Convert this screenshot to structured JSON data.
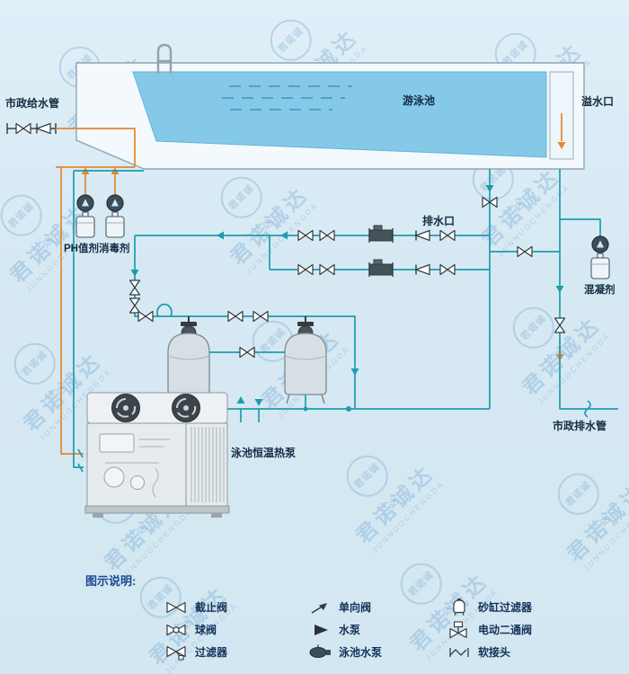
{
  "watermark": {
    "brand_cn": "君诺诚达",
    "brand_en": "JUNNUOCHENGDA"
  },
  "colors": {
    "background": "#d6e9f3",
    "pipe_teal": "#1d9cae",
    "pipe_orange": "#e2882f",
    "pool_water": "#85c9e9",
    "label_text": "#132c42",
    "legend_title": "#1a4a8e"
  },
  "labels": {
    "municipal_supply": "市政给水管",
    "pool": "游泳池",
    "overflow": "溢水口",
    "drain": "排水口",
    "ph_agent": "PH值剂",
    "disinfectant": "消毒剂",
    "coagulant": "混凝剂",
    "municipal_drain": "市政排水管",
    "heat_pump": "泳池恒温热泵"
  },
  "legend": {
    "title": "图示说明:",
    "items": [
      {
        "icon": "stop-valve",
        "label": "截止阀"
      },
      {
        "icon": "ball-valve",
        "label": "球阀"
      },
      {
        "icon": "strainer",
        "label": "过滤器"
      },
      {
        "icon": "check-valve",
        "label": "单向阀"
      },
      {
        "icon": "water-pump",
        "label": "水泵"
      },
      {
        "icon": "pool-pump",
        "label": "泳池水泵"
      },
      {
        "icon": "sand-filter",
        "label": "砂缸过滤器"
      },
      {
        "icon": "motorized-two-way-valve",
        "label": "电动二通阀"
      },
      {
        "icon": "flexible-joint",
        "label": "软接头"
      }
    ]
  }
}
